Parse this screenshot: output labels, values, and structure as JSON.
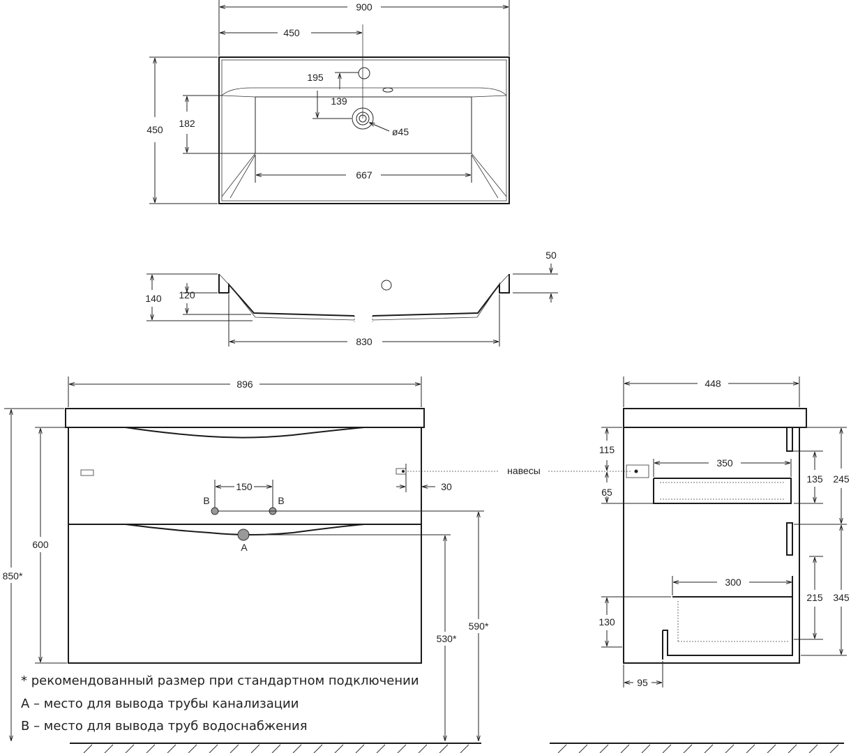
{
  "top_view": {
    "overall_width": "900",
    "half_width": "450",
    "depth": "450",
    "tap_offset": "195",
    "drain_offset": "139",
    "bowl_depth": "182",
    "drain_diameter": "ø45",
    "bowl_width": "667"
  },
  "section_view": {
    "rim_height": "50",
    "total_height": "140",
    "bowl_height": "120",
    "bowl_length": "830"
  },
  "front_view": {
    "width": "896",
    "cabinet_height": "600",
    "total_height": "850*",
    "pipe_spacing": "150",
    "hinge_offset": "30",
    "label_b_left": "B",
    "label_b_right": "B",
    "label_a": "A",
    "drain_height": "530*",
    "supply_height": "590*",
    "hinge_label": "навесы"
  },
  "side_view": {
    "depth": "448",
    "top_offset": "115",
    "hinge_gap": "65",
    "upper_drawer_depth": "350",
    "upper_drawer_inner": "135",
    "upper_section": "245",
    "lower_drawer_depth": "300",
    "lower_drawer_inner": "215",
    "lower_section": "345",
    "lower_drawer_offset": "130",
    "bottom_offset": "95"
  },
  "legend": {
    "line1": "* рекомендованный размер при стандартном подключении",
    "line2": "А – место для вывода трубы канализации",
    "line3": "В – место для вывода труб водоснабжения"
  }
}
